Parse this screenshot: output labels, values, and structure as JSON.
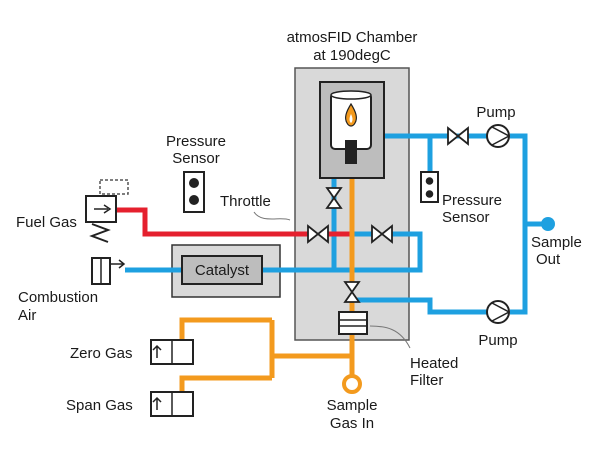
{
  "labels": {
    "chamber_title_line1": "atmosFID Chamber",
    "chamber_title_line2": "at 190degC",
    "pressure_sensor_left_line1": "Pressure",
    "pressure_sensor_left_line2": "Sensor",
    "throttle": "Throttle",
    "fuel_gas": "Fuel Gas",
    "catalyst": "Catalyst",
    "combustion_air_line1": "Combustion",
    "combustion_air_line2": "Air",
    "pump_top": "Pump",
    "pump_bottom": "Pump",
    "pressure_sensor_right_line1": "Pressure",
    "pressure_sensor_right_line2": "Sensor",
    "sample_out_line1": "Sample",
    "sample_out_line2": "Out",
    "heated_filter_line1": "Heated",
    "heated_filter_line2": "Filter",
    "zero_gas": "Zero Gas",
    "span_gas": "Span Gas",
    "sample_gas_in_line1": "Sample",
    "sample_gas_in_line2": "Gas In"
  },
  "colors": {
    "fuel_line": "#e5202e",
    "sample_line": "#f39a1e",
    "exhaust_line": "#1ea0e0",
    "chamber_fill": "#d9d9d9",
    "component_stroke": "#222222"
  }
}
